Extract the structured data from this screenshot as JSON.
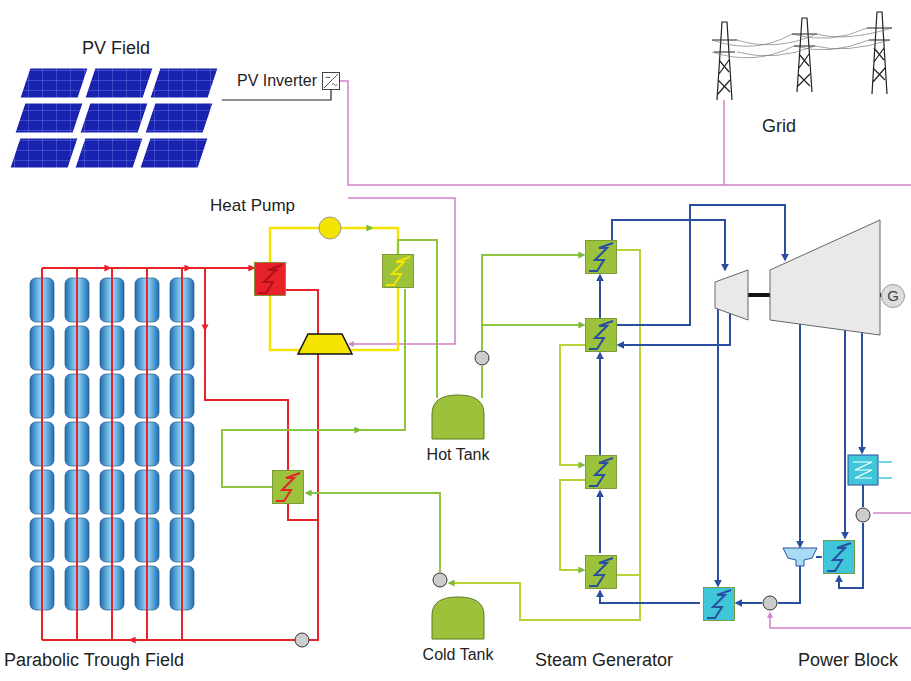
{
  "diagram": {
    "nodes": [
      {
        "text": [
          "PV Field"
        ]
      },
      {
        "text": [
          "PV Inverter"
        ]
      },
      {
        "text": [
          "Hot Tank"
        ]
      },
      {
        "text": [
          "Cold Tank"
        ]
      },
      {
        "text": [
          "G"
        ]
      }
    ],
    "edges": [
      {
        "from": 0,
        "to": 1,
        "arrow": "none"
      }
    ],
    "labels": [
      "Grid",
      "Heat Pump",
      "Parabolic Trough Field",
      "Steam Generator",
      "Power Block"
    ]
  }
}
